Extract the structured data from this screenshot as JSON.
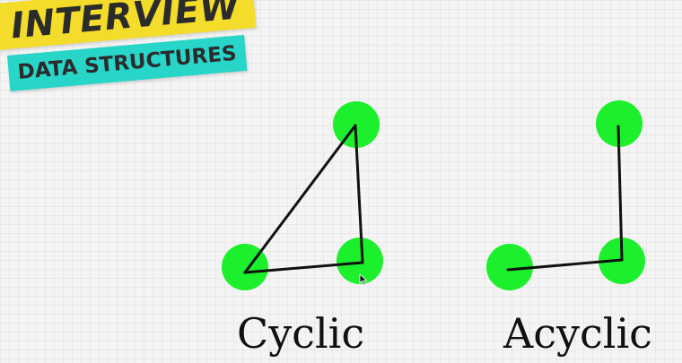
{
  "banner": {
    "title": "INTERVIEW",
    "subtitle": "DATA STRUCTURES",
    "title_bg": "#f4dc2a",
    "subtitle_bg": "#27d6c9"
  },
  "diagram": {
    "node_color": "#1cf02c",
    "edge_color": "#111111",
    "graphs": [
      {
        "label": "Cyclic",
        "node_count": 3,
        "edges": [
          [
            "a",
            "b"
          ],
          [
            "b",
            "c"
          ],
          [
            "c",
            "a"
          ]
        ]
      },
      {
        "label": "Acyclic",
        "node_count": 3,
        "edges": [
          [
            "a",
            "b"
          ],
          [
            "b",
            "c"
          ]
        ]
      }
    ]
  },
  "cursor": {
    "icon": "mouse-pointer-icon"
  }
}
